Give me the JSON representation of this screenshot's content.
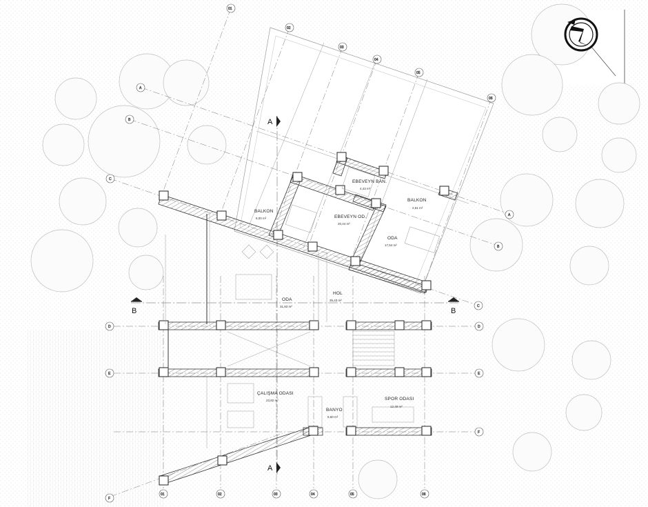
{
  "grid_labels": {
    "vertical": [
      "01",
      "02",
      "03",
      "04",
      "05",
      "06"
    ],
    "horizontal": [
      "D",
      "E",
      "F"
    ],
    "rotated_vertical": [
      "01",
      "02",
      "03",
      "04",
      "05",
      "06"
    ],
    "rotated_horizontal": [
      "A",
      "B",
      "C"
    ]
  },
  "rooms": [
    {
      "name": "BALKON",
      "area": "8,00 m²"
    },
    {
      "name": "EBEVEYN BAN.",
      "area": "4,43 m²"
    },
    {
      "name": "EBEVEYN OD.",
      "area": "20,44 m²"
    },
    {
      "name": "BALKON",
      "area": "2,61 m²"
    },
    {
      "name": "ODA",
      "area": "17,54 m²"
    },
    {
      "name": "ODA",
      "area": "31,83 m²"
    },
    {
      "name": "HOL",
      "area": "35,43 m²"
    },
    {
      "name": "ÇALIŞMA ODASI",
      "area": "23,82 m²"
    },
    {
      "name": "BANYO",
      "area": "5,60 m²"
    },
    {
      "name": "SPOR ODASI",
      "area": "12,49 m²"
    }
  ],
  "section_marks": {
    "a_top": "A",
    "a_bottom": "A",
    "b_left": "B",
    "b_right": "B"
  },
  "colors": {
    "line": "#333333",
    "grid": "#777777",
    "tree": "#bdbdbd",
    "background": "#ffffff"
  },
  "icons": [
    "north-arrow-icon"
  ]
}
